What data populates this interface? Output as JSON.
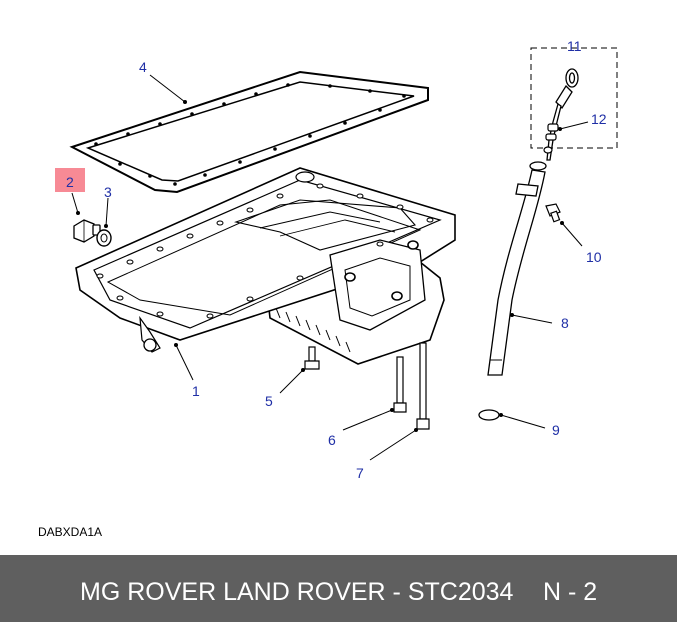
{
  "callouts": {
    "c1": "1",
    "c2": "2",
    "c3": "3",
    "c4": "4",
    "c5": "5",
    "c6": "6",
    "c7": "7",
    "c8": "8",
    "c9": "9",
    "c10": "10",
    "c11": "11",
    "c12": "12"
  },
  "highlighted_callout": "2",
  "colors": {
    "callout_text": "#1f2fa6",
    "highlight": "#f78a95",
    "footer_bg": "#5f5f5f",
    "footer_text": "#ffffff"
  },
  "reference_code": "DABXDA1A",
  "footer": {
    "title": "MG ROVER LAND ROVER - STC2034",
    "page": "N - 2"
  }
}
